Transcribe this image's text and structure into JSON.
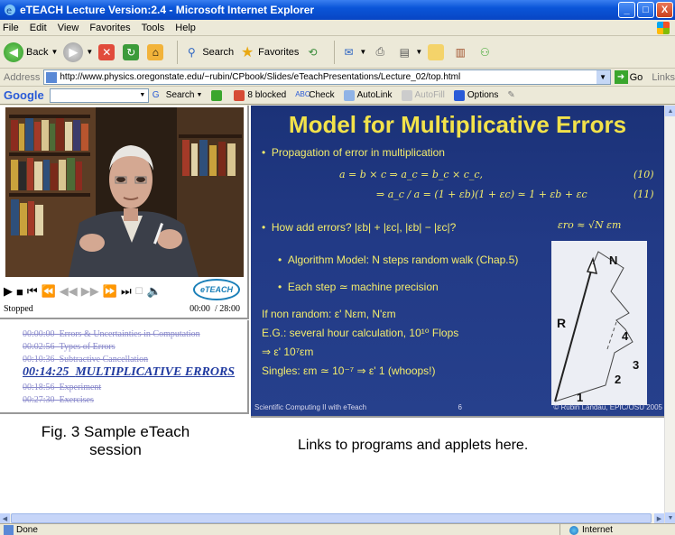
{
  "window": {
    "title": "eTEACH Lecture Version:2.4 - Microsoft Internet Explorer",
    "min_label": "_",
    "max_label": "□",
    "close_label": "X"
  },
  "menu": [
    "File",
    "Edit",
    "View",
    "Favorites",
    "Tools",
    "Help"
  ],
  "toolbar": {
    "back": "Back",
    "search": "Search",
    "favorites": "Favorites"
  },
  "address": {
    "label": "Address",
    "url": "http://www.physics.oregonstate.edu/~rubin/CPbook/Slides/eTeachPresentations/Lecture_02/top.html",
    "go": "Go",
    "links": "Links"
  },
  "google": {
    "logo": "Google",
    "search": "Search",
    "blocked": "8 blocked",
    "check": "Check",
    "autolink": "AutoLink",
    "autofill": "AutoFill",
    "options": "Options"
  },
  "player": {
    "status": "Stopped",
    "time": "00:00",
    "duration": "/ 28:00",
    "logo": "eTEACH"
  },
  "toc": [
    {
      "time": "00:00:00",
      "label": "Errors & Uncertainties in Computation"
    },
    {
      "time": "00:02:56",
      "label": "Types of Errors"
    },
    {
      "time": "00:10:36",
      "label": "Subtractive Cancellation"
    },
    {
      "time": "00:14:25",
      "label": "MULTIPLICATIVE ERRORS"
    },
    {
      "time": "00:18:56",
      "label": "Experiment"
    },
    {
      "time": "00:27:30",
      "label": "Exercises"
    }
  ],
  "toc_active_index": 3,
  "caption": {
    "line1": "Fig. 3  Sample eTeach",
    "line2": "session"
  },
  "slide": {
    "title": "Model for Multiplicative  Errors",
    "b1": "Propagation of error in multiplication",
    "eq1": "a = b × c   ⇒   a_c = b_c × c_c,",
    "eq1_num": "(10)",
    "eq2": "⇒   a_c / a = (1 + εb)(1 + εc) ≃ 1 + εb + εc",
    "eq2_num": "(11)",
    "b2": "How add errors? |εb| + |εc|,   |εb| − |εc|?",
    "eq3": "εro ≈ √N εm",
    "b3": "Algorithm Model: N steps random walk (Chap.5)",
    "b4": "Each step ≃ machine precision",
    "l1": "If non random: ε'  Nεm,  N'εm",
    "l2": "E.G.: several hour calculation, 10¹⁰ Flops",
    "l3": "⇒  ε'  10⁷εm",
    "l4": "Singles: εm ≃ 10⁻⁷   ⇒  ε'  1 (whoops!)",
    "footer_left": "Scientific Computing II  with eTeach",
    "footer_mid": "6",
    "footer_right": "© Rubin Landau, EPIC/OSU 2005",
    "walk_labels": [
      "N",
      "R",
      "4",
      "3",
      "2",
      "1"
    ]
  },
  "links_text": "Links to programs and applets here.",
  "statusbar": {
    "left": "Done",
    "zone": "Internet"
  }
}
